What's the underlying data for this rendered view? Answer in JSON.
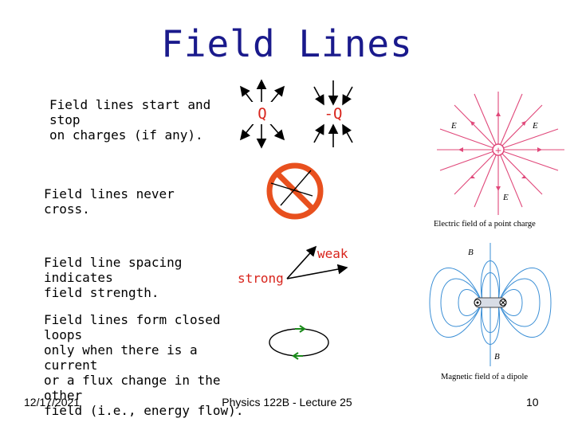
{
  "slide": {
    "title": "Field Lines",
    "bullets": [
      "Field lines start and stop\non charges (if any).",
      "Field lines never cross.",
      "Field line spacing indicates\nfield strength.",
      "Field lines form closed loops\nonly when there is a current\nor a flux change in the other\nfield  (i.e., energy flow)."
    ],
    "charges": {
      "positive": "Q",
      "negative": "-Q"
    },
    "strength_labels": {
      "weak": "weak",
      "strong": "strong"
    },
    "figures": {
      "point_charge": {
        "caption": "Electric field of a point charge",
        "vector_label": "E",
        "charge_sign": "+"
      },
      "dipole": {
        "caption": "Magnetic field of a dipole",
        "vector_label": "B"
      }
    },
    "colors": {
      "title": "#1a1a8c",
      "no_sign": "#e8501e",
      "electric_field": "#e0487a",
      "magnetic_field": "#3b8fd6",
      "loop_arrows": "#1a8a1a"
    }
  },
  "footer": {
    "date": "12/17/2021",
    "center": "Physics 122B  -  Lecture 25",
    "page": "10"
  }
}
